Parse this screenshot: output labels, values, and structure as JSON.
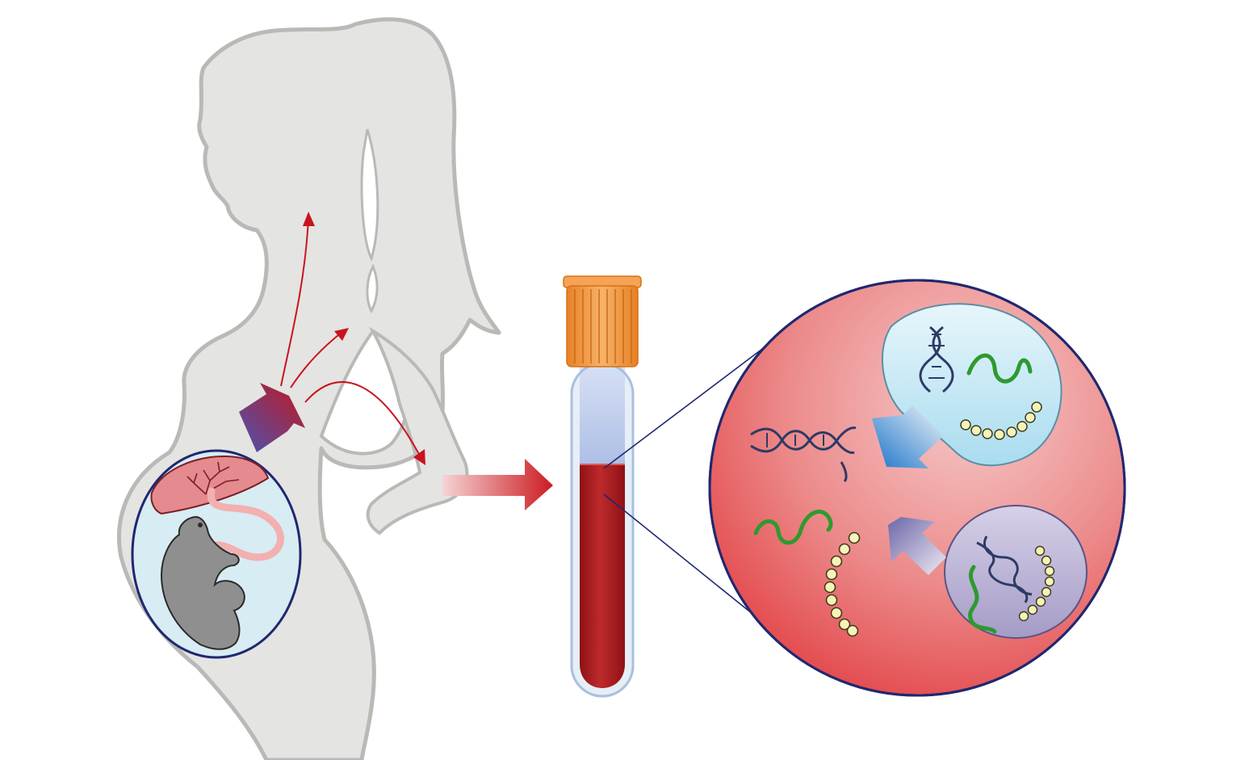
{
  "diagram": {
    "panels": [
      {
        "id": "mother",
        "icon": "pregnant-woman-silhouette-icon"
      },
      {
        "id": "blood-sample",
        "icon": "blood-tube-icon"
      },
      {
        "id": "magnified-plasma",
        "icon": "magnifier-circle-icon"
      }
    ],
    "colors": {
      "silhouette_fill": "#e4e4e2",
      "silhouette_stroke": "#b9b9b6",
      "arrow_red": "#c8141e",
      "plasma": "#b8c8ea",
      "blood": "#b11e22",
      "cap": "#f29a44",
      "circle_fill": "#e85a5a",
      "circle_stroke": "#1f2870",
      "fetal_cell": "#bfe4f1",
      "maternal_cell": "#b8b0d2",
      "dna_helix": "#2d3a66",
      "rna_strand": "#2e9a2e",
      "protein_beads": "#f7f3b8"
    }
  }
}
